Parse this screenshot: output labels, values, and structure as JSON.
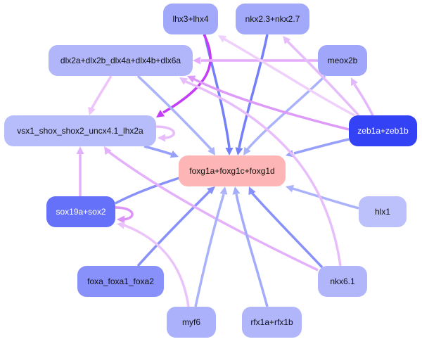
{
  "diagram": {
    "type": "gene-regulatory-network",
    "nodes": [
      {
        "id": "lhx3",
        "label": "lhx3+lhx4",
        "color": "#a3a9fa"
      },
      {
        "id": "nkx23",
        "label": "nkx2.3+nkx2.7",
        "color": "#a3a9fa"
      },
      {
        "id": "dlx",
        "label": "dlx2a+dlx2b_dlx4a+dlx4b+dlx6a",
        "color": "#b1b6fb"
      },
      {
        "id": "meox2b",
        "label": "meox2b",
        "color": "#a0a6fa"
      },
      {
        "id": "vsx1",
        "label": "vsx1_shox_shox2_uncx4.1_lhx2a",
        "color": "#b7bcfb"
      },
      {
        "id": "zeb1",
        "label": "zeb1a+zeb1b",
        "color": "#3442f6",
        "dark": true
      },
      {
        "id": "foxg1",
        "label": "foxg1a+foxg1c+foxg1d",
        "color": "#fdb5b5"
      },
      {
        "id": "sox19a",
        "label": "sox19a+sox2",
        "color": "#6471f8",
        "dark": true
      },
      {
        "id": "hlx1",
        "label": "hlx1",
        "color": "#bcc1fc"
      },
      {
        "id": "foxa",
        "label": "foxa_foxa1_foxa2",
        "color": "#8891f9"
      },
      {
        "id": "nkx61",
        "label": "nkx6.1",
        "color": "#b1b6fb"
      },
      {
        "id": "myf6",
        "label": "myf6",
        "color": "#abb1fb"
      },
      {
        "id": "rfx1",
        "label": "rfx1a+rfx1b",
        "color": "#b1b6fb"
      }
    ],
    "edges": [
      {
        "from": "lhx3",
        "to": "foxg1",
        "color": "#747ffa"
      },
      {
        "from": "lhx3",
        "to": "vsx1",
        "color": "#c43cf5"
      },
      {
        "from": "nkx23",
        "to": "foxg1",
        "color": "#747ffa"
      },
      {
        "from": "dlx",
        "to": "foxg1",
        "color": "#aab2fb"
      },
      {
        "from": "dlx",
        "to": "vsx1",
        "color": "#edc3fb"
      },
      {
        "from": "meox2b",
        "to": "foxg1",
        "color": "#aab2fb"
      },
      {
        "from": "meox2b",
        "to": "dlx",
        "color": "#e4acfa"
      },
      {
        "from": "zeb1",
        "to": "foxg1",
        "color": "#97a0fa"
      },
      {
        "from": "zeb1",
        "to": "meox2b",
        "color": "#e4b6fb"
      },
      {
        "from": "zeb1",
        "to": "dlx",
        "color": "#dd9af9"
      },
      {
        "from": "zeb1",
        "to": "lhx3",
        "color": "#efd0fc"
      },
      {
        "from": "zeb1",
        "to": "nkx23",
        "color": "#e6bdfb"
      },
      {
        "from": "vsx1",
        "to": "foxg1",
        "color": "#97a0fa"
      },
      {
        "from": "vsx1",
        "to": "vsx1",
        "color": "#e8bdfb"
      },
      {
        "from": "sox19a",
        "to": "foxg1",
        "color": "#8891f9"
      },
      {
        "from": "sox19a",
        "to": "vsx1",
        "color": "#e4b0fb"
      },
      {
        "from": "sox19a",
        "to": "sox19a",
        "color": "#dd94f8"
      },
      {
        "from": "hlx1",
        "to": "foxg1",
        "color": "#aab2fb"
      },
      {
        "from": "foxa",
        "to": "foxg1",
        "color": "#8891f9"
      },
      {
        "from": "nkx61",
        "to": "foxg1",
        "color": "#8891f9"
      },
      {
        "from": "nkx61",
        "to": "vsx1",
        "color": "#e4b0fb"
      },
      {
        "from": "nkx61",
        "to": "dlx",
        "color": "#e8bdfb"
      },
      {
        "from": "myf6",
        "to": "foxg1",
        "color": "#aab2fb"
      },
      {
        "from": "myf6",
        "to": "sox19a",
        "color": "#ebc3fb"
      },
      {
        "from": "rfx1",
        "to": "foxg1",
        "color": "#a3abfb"
      }
    ]
  }
}
